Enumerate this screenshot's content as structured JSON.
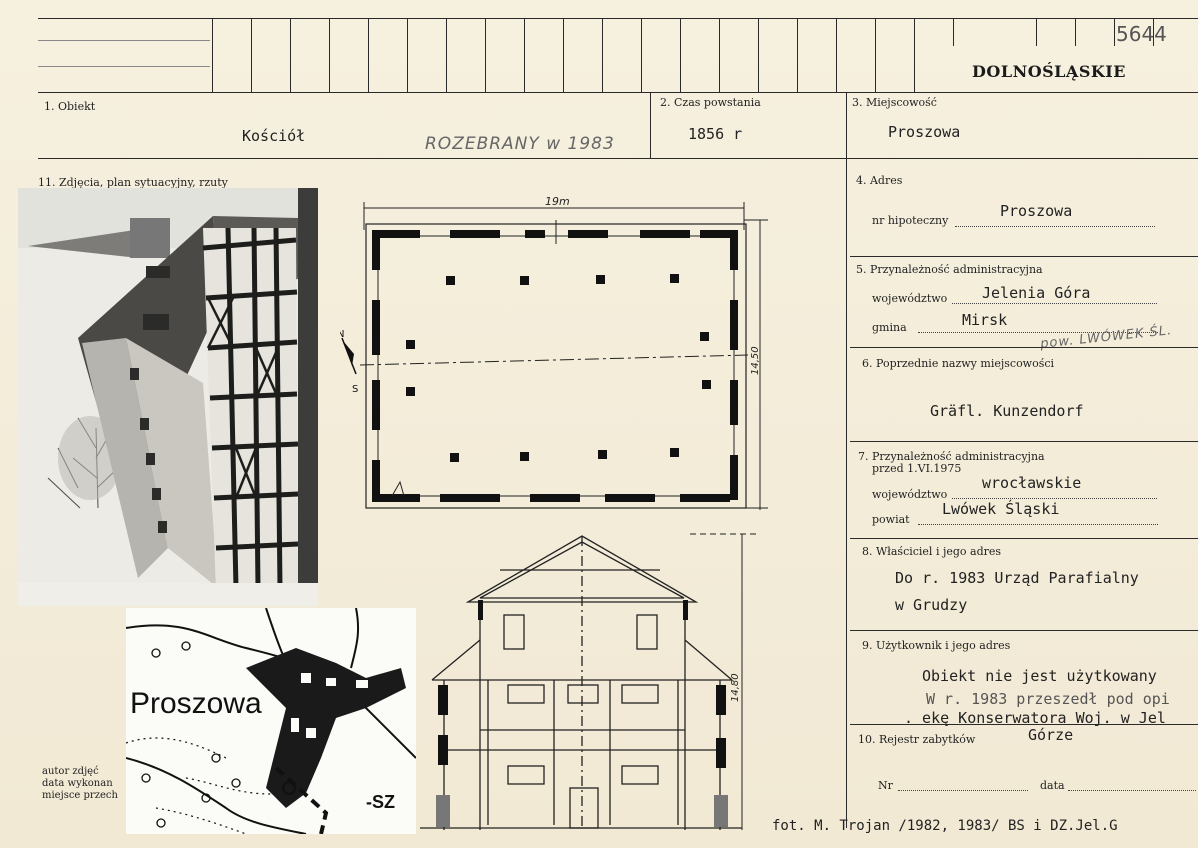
{
  "header": {
    "region": "DOLNOŚLĄSKIE",
    "catalog_number": "5644"
  },
  "field1": {
    "label": "1. Obiekt",
    "value": "Kościół",
    "note": "ROZEBRANY w 1983"
  },
  "field2": {
    "label": "2. Czas powstania",
    "value": "1856 r"
  },
  "field3": {
    "label": "3. Miejscowość",
    "value": "Proszowa"
  },
  "field11": {
    "label": "11. Zdjęcia, plan sytuacyjny, rzuty"
  },
  "field4": {
    "label": "4. Adres",
    "sub_label": "nr hipoteczny",
    "value": "Proszowa"
  },
  "field5": {
    "label": "5. Przynależność administracyjna",
    "voivodeship_label": "województwo",
    "voivodeship": "Jelenia Góra",
    "commune_label": "gmina",
    "commune": "Mirsk",
    "note": "pow. LWÓWEK ŚL."
  },
  "field6": {
    "label": "6. Poprzednie nazwy miejscowości",
    "value": "Gräfl. Kunzendorf"
  },
  "field7": {
    "label_line1": "7. Przynależność administracyjna",
    "label_line2": "przed 1.VI.1975",
    "voivodeship_label": "województwo",
    "voivodeship": "wrocławskie",
    "county_label": "powiat",
    "county": "Lwówek Śląski"
  },
  "field8": {
    "label": "8. Właściciel i jego adres",
    "line1": "Do r. 1983 Urząd Parafialny",
    "line2": "w Grudzy"
  },
  "field9": {
    "label": "9. Użytkownik i jego adres",
    "line1": "Obiekt nie jest użytkowany",
    "line2": "W r. 1983 przeszedł pod opi",
    "line3": ". ekę Konserwatora Woj. w Jel",
    "line4": "Górze"
  },
  "field10": {
    "label": "10. Rejestr zabytków",
    "nr_label": "Nr",
    "date_label": "data"
  },
  "bottom": {
    "author_label": "autor zdjęć",
    "date_label": "data wykonan",
    "place_label": "miejsce przech",
    "photo_credit": "fot. M. Trojan /1982, 1983/ BS i DZ.Jel.G"
  },
  "map": {
    "place_name": "Proszowa",
    "direction": "-SZ"
  },
  "plan": {
    "width_label": "19m",
    "depth_label": "14,50",
    "height_label": "14,80",
    "north": "N",
    "south": "S"
  }
}
